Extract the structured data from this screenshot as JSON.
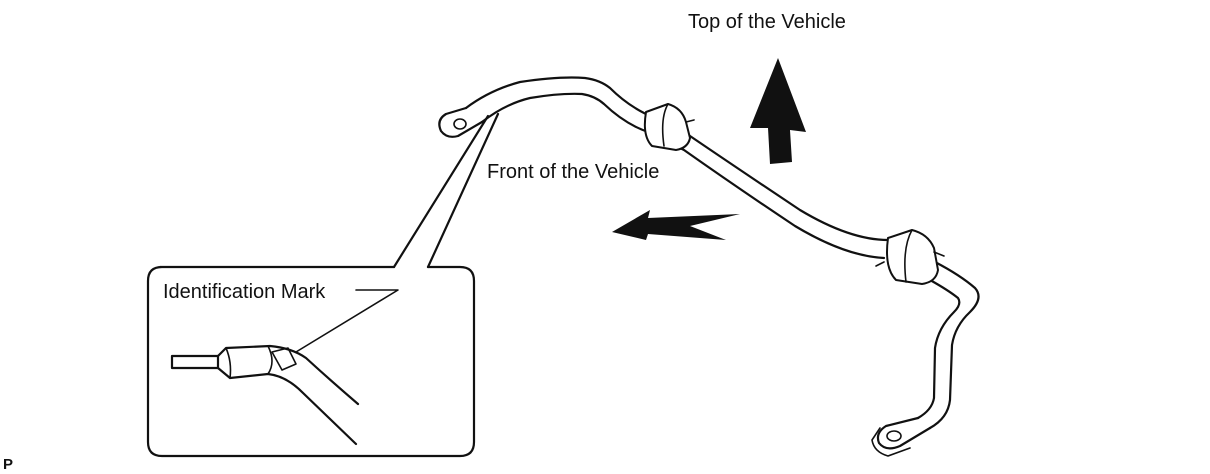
{
  "labels": {
    "top_of_vehicle": "Top of the Vehicle",
    "front_of_vehicle": "Front of the Vehicle",
    "identification_mark": "Identification Mark",
    "corner_code": "P"
  },
  "colors": {
    "line": "#111111",
    "background": "#ffffff"
  },
  "icons": {
    "up_arrow": "arrow-up-icon",
    "left_arrow": "arrow-left-icon"
  }
}
